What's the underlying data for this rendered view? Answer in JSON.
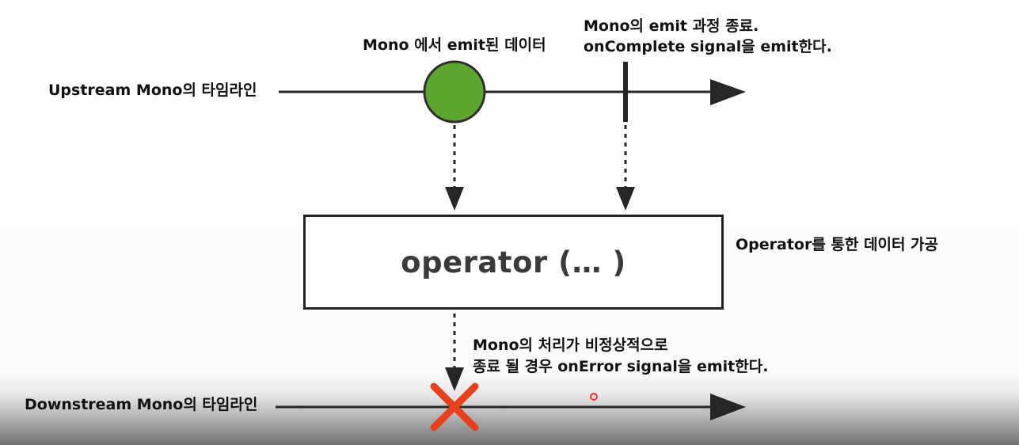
{
  "upstream": {
    "label": "Upstream Mono의 타임라인",
    "emitted_data_label": "Mono 에서 emit된 데이터",
    "complete_label_line1": "Mono의 emit 과정 종료.",
    "complete_label_line2": "onComplete signal을 emit한다."
  },
  "operator": {
    "box_text": "operator (… )",
    "description": "Operator를 통한 데이터 가공"
  },
  "error": {
    "label_line1": "Mono의 처리가 비정상적으로",
    "label_line2": "종료 될 경우 onError signal을 emit한다."
  },
  "downstream": {
    "label": "Downstream Mono의 타임라인"
  },
  "colors": {
    "data_marble": "#5aa62e",
    "error_cross": "#e8401c",
    "line": "#262626"
  }
}
